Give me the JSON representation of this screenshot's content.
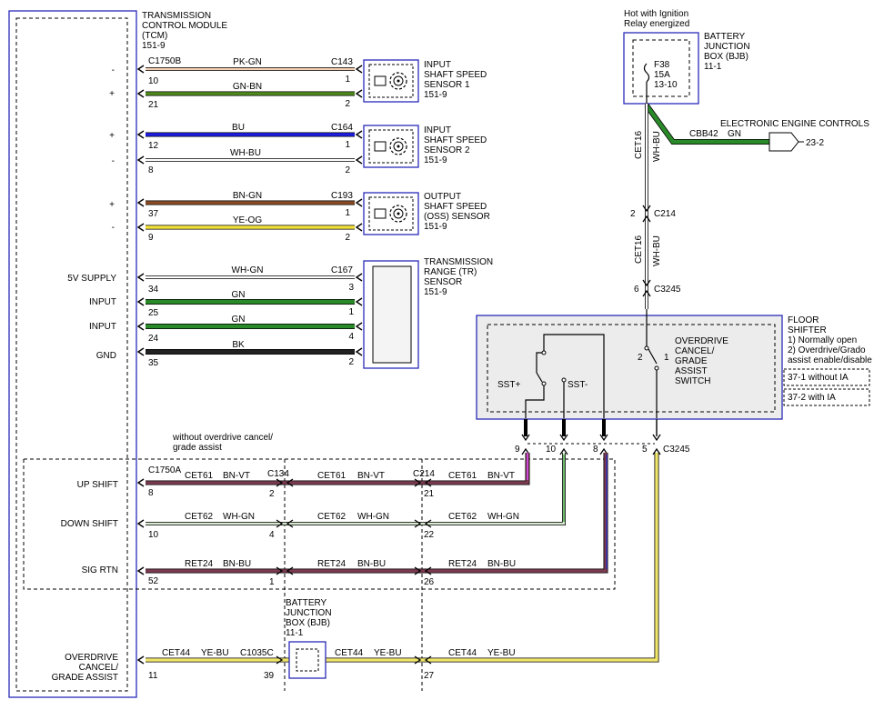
{
  "tcm": {
    "title_lines": [
      "TRANSMISSION",
      "CONTROL MODULE",
      "(TCM)",
      "151-9"
    ],
    "connector_top": "C1750B",
    "connector_bottom": "C1750A",
    "pin_labels": [
      "-",
      "+",
      "+",
      "-",
      "+",
      "-",
      "5V SUPPLY",
      "INPUT",
      "INPUT",
      "GND",
      "UP SHIFT",
      "DOWN SHIFT",
      "SIG RTN"
    ],
    "overdrive_lines": [
      "OVERDRIVE",
      "CANCEL/",
      "GRADE ASSIST"
    ]
  },
  "circuits": {
    "pins_left": [
      "10",
      "21",
      "12",
      "8",
      "37",
      "9",
      "34",
      "25",
      "24",
      "35",
      "8",
      "10",
      "52",
      "11"
    ],
    "colors_mid": [
      "PK-GN",
      "GN-BN",
      "BU",
      "WH-BU",
      "BN-GN",
      "YE-OG",
      "WH-GN",
      "GN",
      "GN",
      "BK"
    ],
    "connectors_right": [
      "C143",
      "C164",
      "C193",
      "C167"
    ],
    "pins_right": [
      "1",
      "2",
      "1",
      "2",
      "1",
      "2",
      "3",
      "1",
      "4",
      "2"
    ]
  },
  "sensors": [
    {
      "lines": [
        "INPUT",
        "SHAFT SPEED",
        "SENSOR 1",
        "151-9"
      ]
    },
    {
      "lines": [
        "INPUT",
        "SHAFT SPEED",
        "SENSOR 2",
        "151-9"
      ]
    },
    {
      "lines": [
        "OUTPUT",
        "SHAFT SPEED",
        "(OSS) SENSOR",
        "151-9"
      ]
    },
    {
      "lines": [
        "TRANSMISSION",
        "RANGE (TR)",
        "SENSOR",
        "151-9"
      ]
    }
  ],
  "bjb_top": {
    "note_lines": [
      "Hot with Ignition",
      "Relay energized"
    ],
    "title_lines": [
      "BATTERY",
      "JUNCTION",
      "BOX (BJB)",
      "11-1"
    ],
    "fuse_lines": [
      "F38",
      "15A",
      "13-10"
    ],
    "eec_label": "ELECTRONIC ENGINE CONTROLS",
    "eec_circuit": "CBB42",
    "eec_color": "GN",
    "eec_ref": "23-2"
  },
  "vertical_feed": {
    "circuit": "CET16",
    "color": "WH-BU",
    "pin_c214": "2",
    "conn_c214": "C214",
    "pin_c3245": "6",
    "conn_c3245": "C3245"
  },
  "shifter": {
    "title_lines": [
      "FLOOR",
      "SHIFTER",
      "1) Normally open",
      "2) Overdrive/Grado",
      "assist enable/disable"
    ],
    "switch_lines": [
      "OVERDRIVE",
      "CANCEL/",
      "GRADE",
      "ASSIST",
      "SWITCH"
    ],
    "sst_plus": "SST+",
    "sst_minus": "SST-",
    "sw_pin_left": "2",
    "sw_pin_right": "1",
    "variant1": "37-1   without IA",
    "variant2": "37-2   with IA",
    "bottom_pins": [
      "9",
      "10",
      "8",
      "5"
    ],
    "bottom_conn": "C3245"
  },
  "without_od_note_lines": [
    "without overdrive cancel/",
    "grade assist"
  ],
  "lower_circuits": {
    "up": {
      "circuit": "CET61",
      "color": "BN-VT"
    },
    "down": {
      "circuit": "CET62",
      "color": "WH-GN"
    },
    "sig": {
      "circuit": "RET24",
      "color": "BN-BU"
    },
    "od": {
      "circuit": "CET44",
      "color": "YE-BU"
    },
    "c134": "C134",
    "c214": "C214",
    "c134_pins": [
      "2",
      "4",
      "1"
    ],
    "c214_pins": [
      "21",
      "22",
      "26",
      "27"
    ],
    "bjb_pin_left": "39",
    "bjb_conn": "C1035C"
  },
  "bjb_bottom": {
    "title_lines": [
      "BATTERY",
      "JUNCTION",
      "BOX (BJB)",
      "11-1"
    ]
  }
}
